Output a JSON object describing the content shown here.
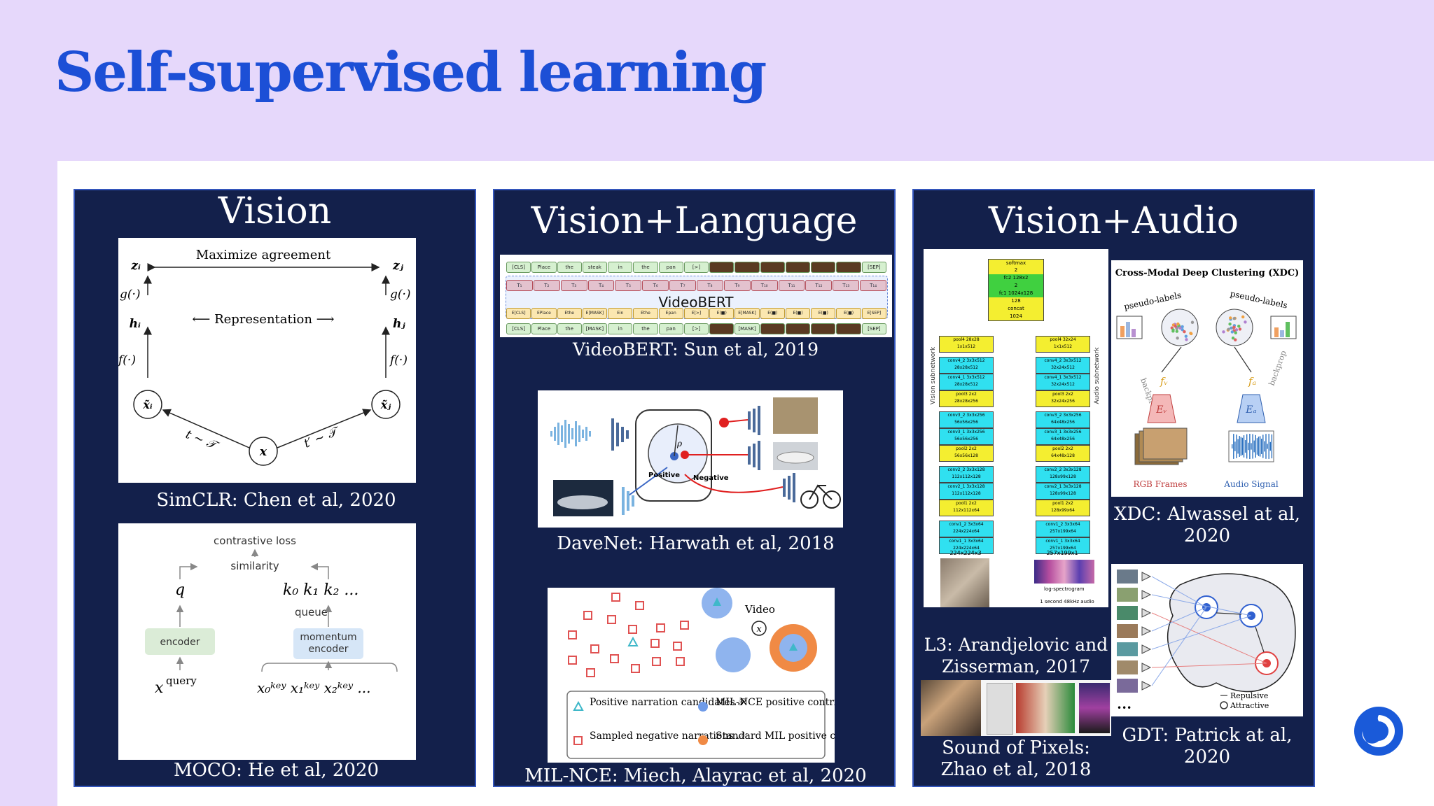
{
  "page": {
    "title": "Self-supervised learning"
  },
  "panels": {
    "vision": {
      "title": "Vision",
      "simclr": {
        "caption": "SimCLR: Chen et al, 2020",
        "top_label": "Maximize agreement",
        "middle_label": "⟵ Representation ⟶",
        "zi": "zᵢ",
        "zj": "zⱼ",
        "hi": "hᵢ",
        "hj": "hⱼ",
        "g_left": "g(·)",
        "g_right": "g(·)",
        "f_left": "f(·)",
        "f_right": "f(·)",
        "xi": "x̃ᵢ",
        "xj": "x̃ⱼ",
        "x": "x",
        "t_left": "t ~ 𝒯",
        "t_right": "t′ ~ 𝒯"
      },
      "moco": {
        "caption": "MOCO: He et al, 2020",
        "loss": "contrastive loss",
        "similarity": "similarity",
        "q": "q",
        "keys": "k₀  k₁  k₂  ...",
        "queue": "queue",
        "encoder": "encoder",
        "momentum_encoder_1": "momentum",
        "momentum_encoder_2": "encoder",
        "x_query": "x",
        "x_query_sup": "query",
        "x_keys": "x₀ᵏᵉʸ  x₁ᵏᵉʸ  x₂ᵏᵉʸ  ..."
      }
    },
    "vision_language": {
      "title": "Vision+Language",
      "videobert": {
        "caption": "VideoBERT: Sun et al, 2019",
        "model_label": "VideoBERT",
        "tokens_top": [
          "[CLS]",
          "Place",
          "the",
          "steak",
          "in",
          "the",
          "pan",
          "[>]",
          "",
          "",
          "",
          "",
          "",
          "",
          "[SEP]"
        ],
        "tokens_bottom": [
          "[CLS]",
          "Place",
          "the",
          "[MASK]",
          "in",
          "the",
          "pan",
          "[>]",
          "",
          "[MASK]",
          "",
          "",
          "",
          "",
          "[SEP]"
        ],
        "outputs": [
          "T₁",
          "T₂",
          "T₃",
          "T₄",
          "T₅",
          "T₆",
          "T₇",
          "T₈",
          "T₉",
          "T₁₀",
          "T₁₁",
          "T₁₂",
          "T₁₃",
          "T₁₄"
        ],
        "embeddings": [
          "E[CLS]",
          "EPlace",
          "Ethe",
          "E[MASK]",
          "Ein",
          "Ethe",
          "Epan",
          "E[>]",
          "E(■)",
          "E[MASK]",
          "E(■)",
          "E(■)",
          "E(■)",
          "E(■)",
          "E[SEP]"
        ]
      },
      "davenet": {
        "caption": "DaveNet: Harwath et al, 2018",
        "positive": "Positive",
        "negative": "Negative",
        "rho": "ρ"
      },
      "milnce": {
        "caption": "MIL-NCE: Miech, Alayrac et al, 2020",
        "video_label": "Video",
        "video_x": "x",
        "legend": [
          "Positive narration candidates 𝒫",
          "MIL-NCE positive contribution",
          "Sampled negative narrations 𝒩",
          "Standard MIL positive contribution"
        ],
        "colors": {
          "negative": "#e05252",
          "positive": "#3fb8c9",
          "mil_nce": "#6f9be8",
          "standard": "#f08a45"
        }
      }
    },
    "vision_audio": {
      "title": "Vision+Audio",
      "l3": {
        "caption": "L3: Arandjelovic and Zisserman, 2017",
        "head": [
          "softmax",
          "2",
          "fc2 128x2",
          "2",
          "fc1 1024x128",
          "128",
          "concat",
          "1024"
        ],
        "vision_label": "Vision subnetwork",
        "audio_label": "Audio subnetwork",
        "vision_layers": [
          "pool4 28x28",
          "1x1x512",
          "conv4_2 3x3x512",
          "28x28x512",
          "conv4_1 3x3x512",
          "28x28x512",
          "pool3 2x2",
          "28x28x256",
          "conv3_2 3x3x256",
          "56x56x256",
          "conv3_1 3x3x256",
          "56x56x256",
          "pool2 2x2",
          "56x56x128",
          "conv2_2 3x3x128",
          "112x112x128",
          "conv2_1 3x3x128",
          "112x112x128",
          "pool1 2x2",
          "112x112x64",
          "conv1_2 3x3x64",
          "224x224x64",
          "conv1_1 3x3x64",
          "224x224x64"
        ],
        "audio_layers": [
          "pool4 32x24",
          "1x1x512",
          "conv4_2 3x3x512",
          "32x24x512",
          "conv4_1 3x3x512",
          "32x24x512",
          "pool3 2x2",
          "32x24x256",
          "conv3_2 3x3x256",
          "64x48x256",
          "conv3_1 3x3x256",
          "64x48x256",
          "pool2 2x2",
          "64x48x128",
          "conv2_2 3x3x128",
          "128x99x128",
          "conv2_1 3x3x128",
          "128x99x128",
          "pool1 2x2",
          "128x99x64",
          "conv1_2 3x3x64",
          "257x199x64",
          "conv1_1 3x3x64",
          "257x199x64"
        ],
        "vision_input": "224x224x3",
        "audio_input": "257x199x1",
        "spectrogram": "log-spectrogram",
        "audio_src": "1 second 48kHz audio"
      },
      "sound_of_pixels": {
        "caption": "Sound of Pixels: Zhao et al, 2018"
      },
      "xdc": {
        "caption": "XDC: Alwassel at al, 2020",
        "title": "Cross-Modal Deep Clustering (XDC)",
        "pseudo_left": "pseudo-labels",
        "pseudo_right": "pseudo-labels",
        "backprop_left": "backprop",
        "backprop_right": "backprop",
        "fv": "fᵥ",
        "fa": "fₐ",
        "ev": "Eᵥ",
        "ea": "Eₐ",
        "rgb": "RGB Frames",
        "audio": "Audio Signal"
      },
      "gdt": {
        "caption": "GDT: Patrick at al, 2020",
        "repulsive": "Repulsive",
        "attractive": "Attractive",
        "dots": "•••"
      }
    }
  },
  "colors": {
    "title": "#1c4fd6",
    "panel": "#13204b",
    "background": "#e6d8fb",
    "logo": "#1a5ad9"
  }
}
